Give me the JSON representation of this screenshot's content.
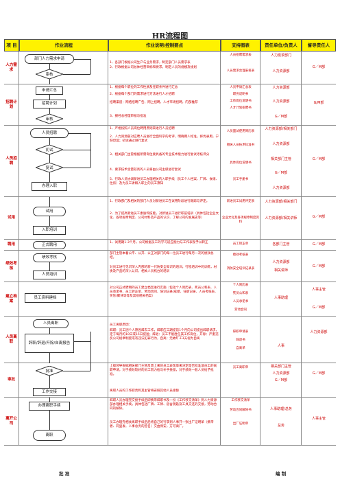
{
  "title": "HR流程图",
  "headers": {
    "item": "项 目",
    "flow": "作业流程",
    "desc": "作业说明/控制要点",
    "docs": "支持图表",
    "resp": "责任单位/负责人",
    "leader": "督导责任人"
  },
  "sections": {
    "s1": "人力需求",
    "s2": "招聘计划",
    "s3": "人员招聘",
    "s4": "试用",
    "s5": "聘用",
    "s6": "绩效考核",
    "s7": "建立档案",
    "s8": "人员离职",
    "s9": "审批",
    "s10": "离开公司"
  },
  "flow": {
    "f1": "部门人力需求申请",
    "f2": "审核",
    "f3": "申请汇总",
    "f4": "招聘计划",
    "f5": "审核",
    "f6": "人员招聘",
    "f7": "初试",
    "f8": "复试",
    "f9": "办理入职",
    "f10": "试用",
    "f11": "入职培训",
    "f12": "正式聘用",
    "f13": "绩效考核",
    "f14": "人员培训",
    "f15": "员工资料建档",
    "f16": "人员离职",
    "f17": "辞职/辞退/开除/自离报告",
    "f18": "批准",
    "f19": "工作交接",
    "f20": "办理离职手续",
    "f21": "离职"
  },
  "desc": {
    "d1": "1、各部门根据公司生产与业务需求，制定部门人员需求表",
    "d2": "2、行政根据公司总体经营目标和要求，制定人员的规模及规划",
    "d3": "1、根据每个职位的工作性质及任职条件进行汇总",
    "d4": "2、根据每个部门的需求进行方法进行人才招聘",
    "d5": "招聘渠道：网络招聘广告，网上招聘，人才市场招聘，内部推荐",
    "d6": "3、报经总经理审核与批准",
    "d7": "1、严格按照人员岗位聘用原则来进行人员招聘",
    "d8": "2、人力资源部对应聘人员进行全面科学的考评，明确用人标准，择优录用，宁缺毋滥；初试通过进行复试",
    "d9": "3、相关部门主管根据所需岗位要具备的专业技术能力进行复试考核评分",
    "d10": "4、要求技术含量较高的人员将由公司主级进行复试",
    "d11": "5、行政人员协调新进员工办理相关的入职手续（员工个人档案、厂牌、食储、住房）及为员工讲解入职上的员工须知",
    "d12": "1、行政部门及相关的部门人员对新进员工在试用阶段进行跟踪与评定。",
    "d13": "2、为了提高新进员工素质和技能，对新进员工进行职前培训（具体包括企业文化、各项规章制度、公司材料及产品的认识、了解公司的发展史等）",
    "d14": "1、试用期1-3个月，公司根据员工的学习适应能力与工作表现予以转正",
    "d15": "部门主管本着公平、公开、公正对部门的每一位员工进行每月一次的绩效总结。",
    "d16": "对员工进行见识深入内部的新一代防安全知识的培训，行程培训中的训练，材质及产品的深入认识，相关人员机台的培训",
    "d17": "对公司正式聘用的员工建立档案进行实施（包括个人简历表、死员公和表、人员承诺书、员工转正单、劳动合同、培训记录/成绩、任职记录、人员考核表、奖惩/聚休等等及其他相关档案）",
    "d18": "员工离职原因：",
    "d19": "辞职：员工因个人原因辞去工作，辞职应工期提前1个月向公司提出辞职请求，定于每月的10日或15日提送；辞退：员工不能胜任其工作岗位，开除：严重违反公司规章制度或有违法犯罪行为，自离：无故旷工3天视为自离",
    "d20": "上级领导根据相关部门主管反馈上来的员工表现单来决定是否批准该员工的离职申请，对于绩效较好的员工努力给与补手挽留，对于绩效一般人员给予批准。",
    "d21": "离职人员的工作职责和其主管将安排其他人员接替",
    "d22": "辞职人员办理完交接手续后即携带辞职书及一份《工作移交清单》到人力资源部办理相关手续，具体包括厂牌、工牌、宿舍钥匙及工具交还的交接，劳动合同的解除。",
    "d23": "员工办理完相关离职手续后后将自己的行李到人事开一张出厂证明单（携带者、同里发、人事总务的签名）交由保安，方可离厂。"
  },
  "docs": {
    "c1": "人员招聘需求表",
    "c2": "人员需求合理安排表",
    "c3": "人员申请汇总表",
    "c4": "职务说明书",
    "c5": "工作岗位说明书",
    "c6": "人才计划招聘书",
    "c7": "人员面试使用简历表",
    "c8": "相关人员技术标准书",
    "c9": "具体岗位说明书",
    "c10": "员工手册书",
    "c11": "新进员工试用评定表",
    "c12": "企业文化及各项规章制度资料",
    "c13": "员工转正单",
    "c14": "绩效考核表",
    "c15": "消防安全培训记录表",
    "c16": "个人简历表",
    "c17": "死员公和表",
    "c18": "人员承诺书",
    "c19": "劳动合同",
    "c20": "辞职申请表",
    "c21": "辞退书",
    "c22": "自离单",
    "c23": "员工离职单",
    "c24": "工作移交清单",
    "c25": "劳动合同解除书",
    "c26": "出厂证明单"
  },
  "resp": {
    "r1": "人力需求部门",
    "r2": "人力资源部",
    "r3": "人力资源部",
    "r4": "人力资源部",
    "r5": "G／M部",
    "r6": "人力资源部/相关部门",
    "r7": "人力资源部",
    "r8": "相关部门主管",
    "r9": "G／M部",
    "r10": "人力资源部",
    "r11": "人力资源部/相关部门",
    "r12": "人力资源部/相关讲师",
    "r13": "各部门主管",
    "r14": "人力资源部",
    "r15": "相关讲师",
    "r16": "人事助理",
    "r17": "人事",
    "r18": "相关部门主管",
    "r19": "人力资源部",
    "r20": "G／M部",
    "r21": "人事助理/总务",
    "r22": "总务"
  },
  "leader": {
    "l1": "G／M部",
    "l2": "G/M部",
    "l3": "G／M部",
    "l4": "G／M部",
    "l5": "G／M部",
    "l6": "G／M部",
    "l7": "人事主管",
    "l8": "G／M部",
    "l9": "人力资源部",
    "l10": "G／M部",
    "l11": "人事主管"
  },
  "footer": {
    "approve": "批  准",
    "compile": "编  制"
  }
}
